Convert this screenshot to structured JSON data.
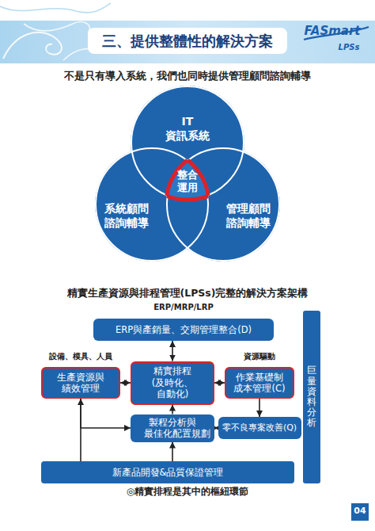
{
  "diagram": {
    "title": "三、提供整體性的解決方案",
    "caption": "◎精實排程是其中的樞紐環節",
    "nodes": [
      {
        "text": [
          "IT 資訊系統"
        ]
      },
      {
        "text": [
          "系統顧問 諮詢輔導"
        ]
      },
      {
        "text": [
          "管理顧問 諮詢輔導"
        ]
      },
      {
        "text": [
          "整合 運用"
        ]
      },
      {
        "text": [
          "ERP與產銷量、交期管理整合(D)"
        ]
      },
      {
        "text": [
          "生產資源與 績效管理"
        ]
      },
      {
        "text": [
          "精實排程 (及時化、自動化)"
        ]
      },
      {
        "text": [
          "作業基礎制 成本管理(C)"
        ]
      },
      {
        "text": [
          "製程分析與 最佳化配置規劃"
        ]
      },
      {
        "text": [
          "零不良專案改善(Q)"
        ]
      },
      {
        "text": [
          "新產品開發&品質保證管理"
        ]
      },
      {
        "text": [
          "巨量資料分析"
        ]
      }
    ],
    "edges": [
      {
        "from": 4,
        "to": 6,
        "arrow": "both"
      },
      {
        "from": 5,
        "to": 6,
        "arrow": "both"
      },
      {
        "from": 6,
        "to": 7,
        "arrow": "both"
      },
      {
        "from": 8,
        "to": 6,
        "arrow": "to"
      },
      {
        "from": 8,
        "to": 9,
        "arrow": "both"
      },
      {
        "from": 10,
        "to": 5,
        "arrow": "to"
      },
      {
        "from": 5,
        "to": 8,
        "arrow": "to"
      },
      {
        "from": 10,
        "to": 8,
        "arrow": "to"
      },
      {
        "from": 7,
        "to": 9,
        "arrow": "to"
      }
    ],
    "labels": [
      "FASmart",
      "LPSs",
      "不是只有導入系統，我們也同時提供管理顧問諮詢輔導",
      "精實生產資源與排程管理(LPSs)完整的解決方案架構",
      "ERP/MRP/LRP",
      "設備、模具、人員",
      "資源驅動",
      "04"
    ]
  }
}
